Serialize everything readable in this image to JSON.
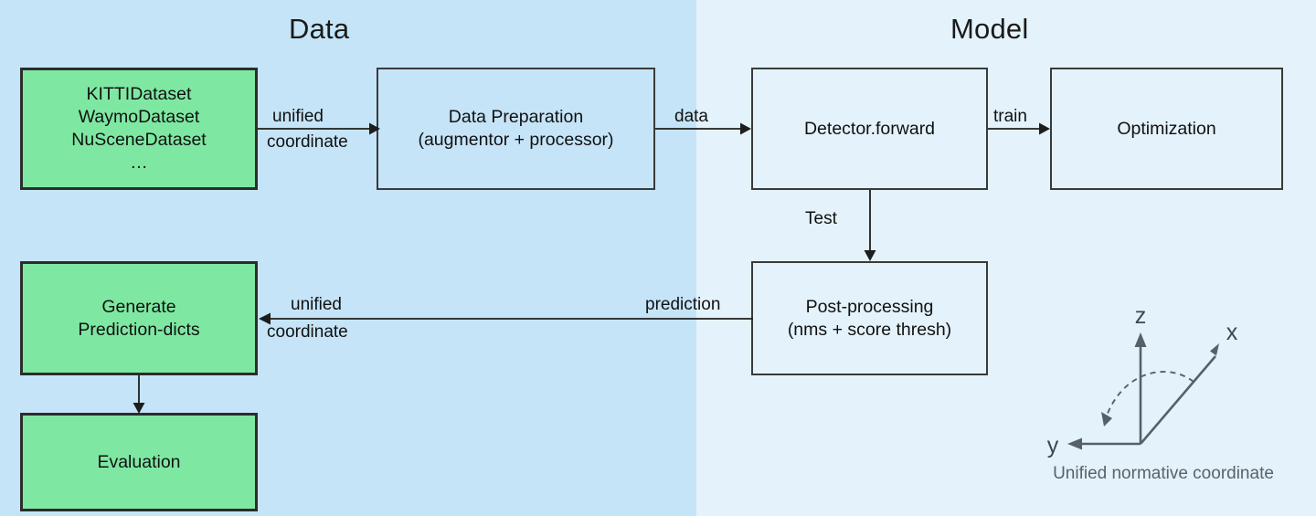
{
  "diagram": {
    "title_left": "Data",
    "title_right": "Model",
    "panel_left_color": "#c5e4f8",
    "panel_right_color": "#e3f2fb",
    "node_green_color": "#7ee8a2",
    "node_border_color": "#2c2c2c"
  },
  "nodes": {
    "datasets": "KITTIDataset\nWaymoDataset\nNuSceneDataset\n…",
    "data_preparation": "Data Preparation\n(augmentor + processor)",
    "detector_forward": "Detector.forward",
    "optimization": "Optimization",
    "post_processing": "Post-processing\n(nms + score thresh)",
    "generate_prediction_dicts": "Generate\nPrediction-dicts",
    "evaluation": "Evaluation"
  },
  "edges": {
    "datasets_to_dataprep_top": "unified",
    "datasets_to_dataprep_bottom": "coordinate",
    "dataprep_to_detector": "data",
    "detector_to_optimization": "train",
    "detector_to_postproc": "Test",
    "postproc_to_generate_right": "prediction",
    "postproc_to_generate_top": "unified",
    "postproc_to_generate_bottom": "coordinate"
  },
  "coordinate_widget": {
    "axis_z": "z",
    "axis_x": "x",
    "axis_y": "y",
    "caption": "Unified normative coordinate",
    "axis_color": "#56606b"
  }
}
